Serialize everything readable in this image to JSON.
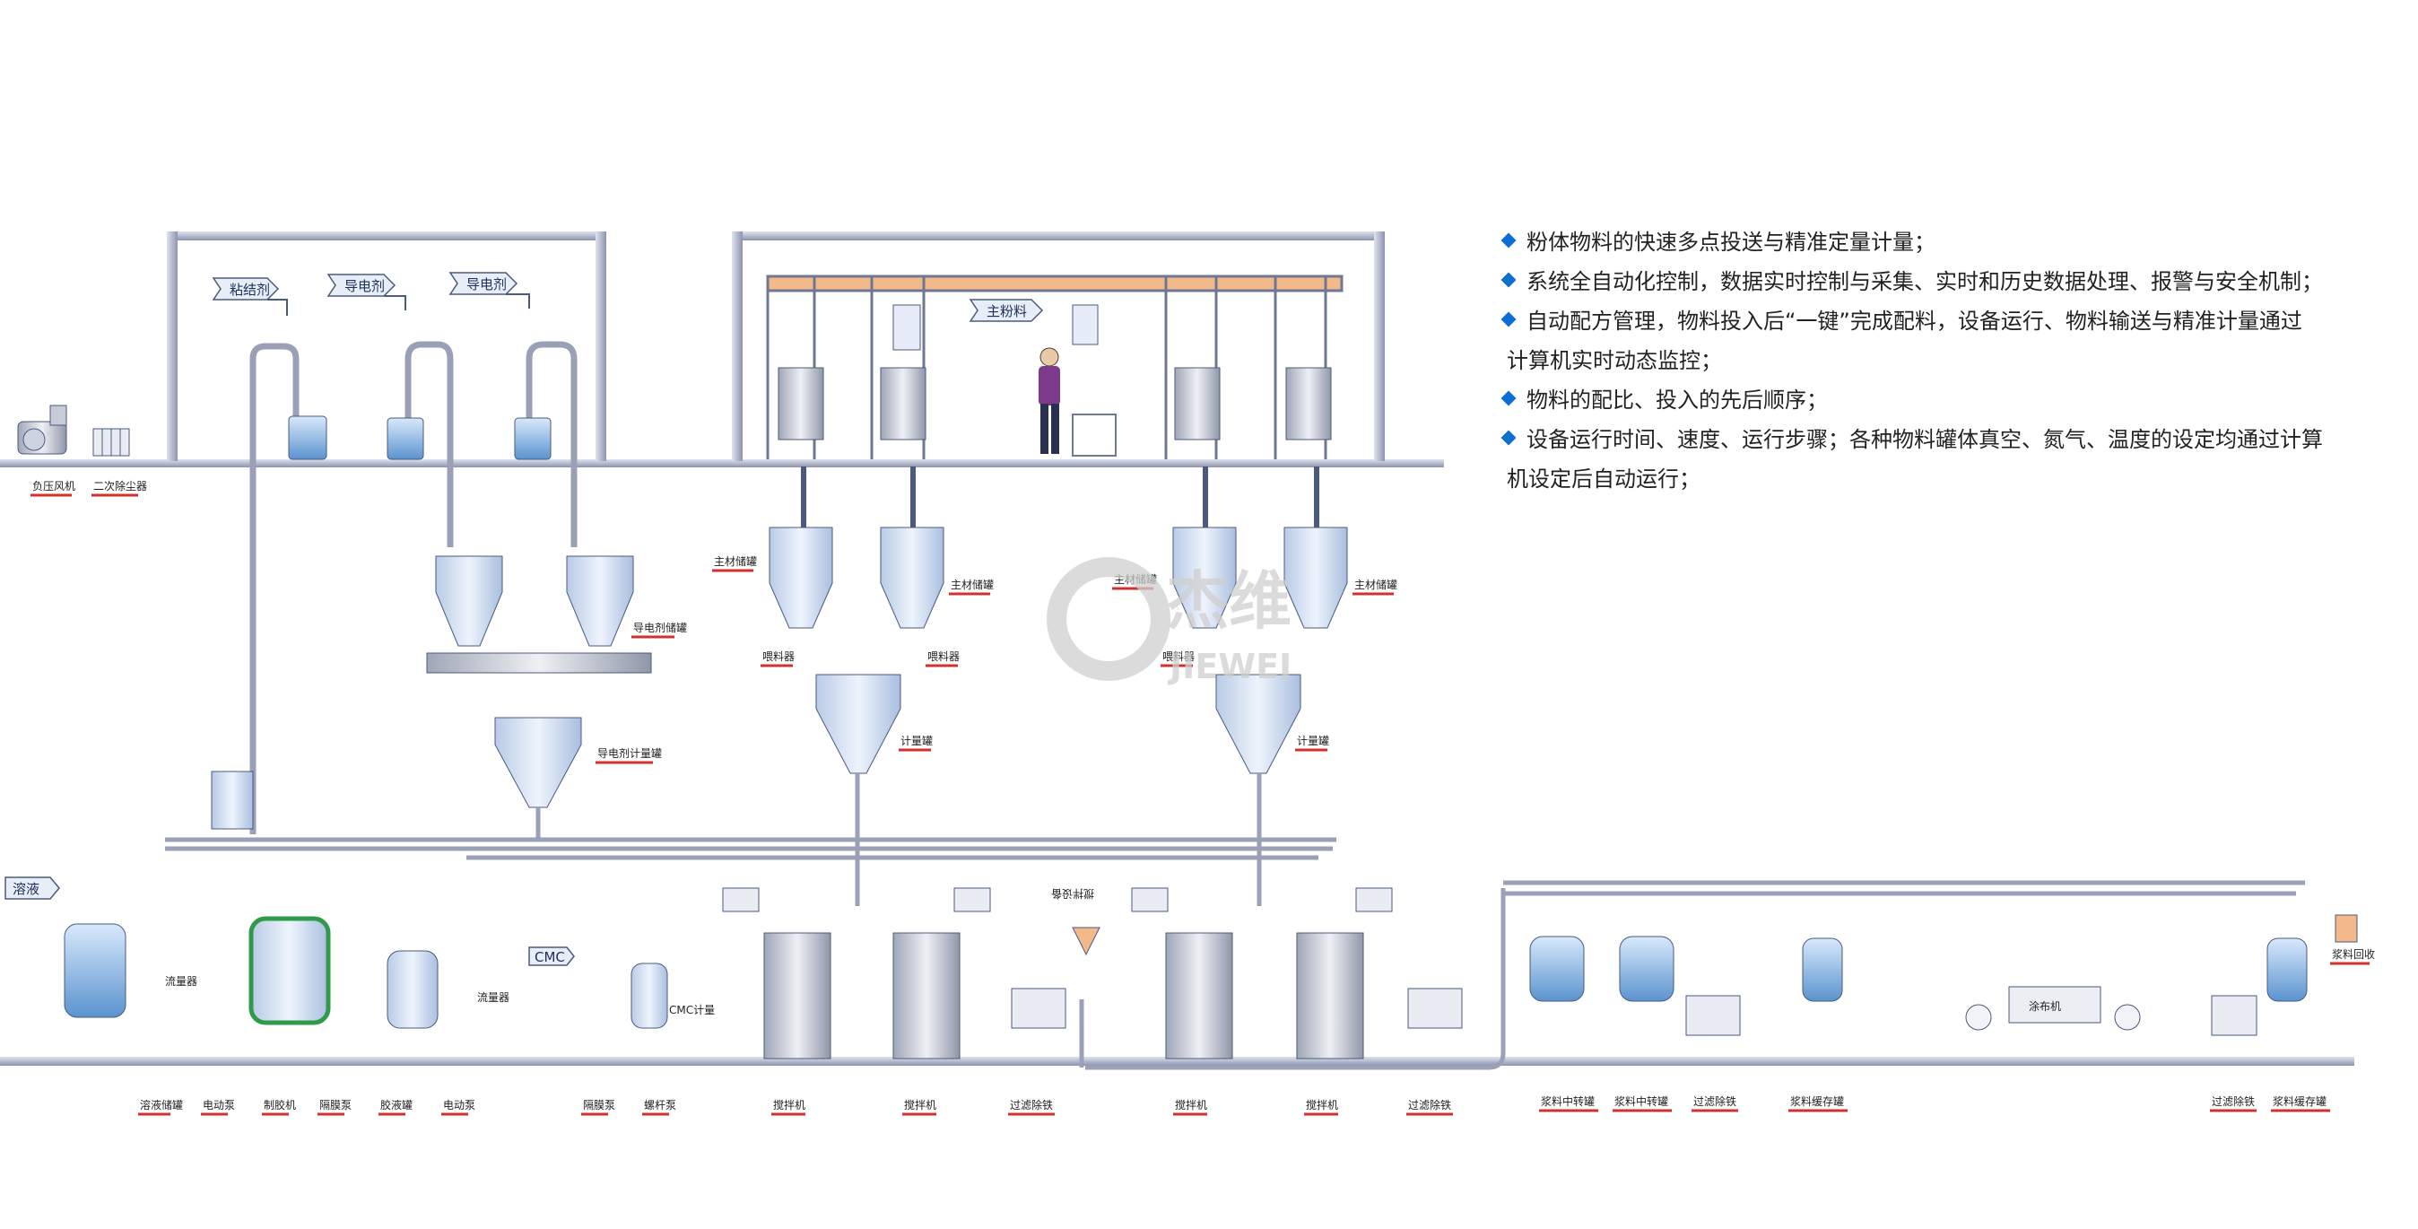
{
  "flags": {
    "binder": "粘结剂",
    "conductive_a": "导电剂",
    "conductive_b": "导电剂",
    "main_powder": "主粉料",
    "slurry": "溶液",
    "cmc": "CMC"
  },
  "labels": {
    "vacuum_fan": "负压风机",
    "secondary_dust": "二次除尘器",
    "conductive_tank": "导电剂储罐",
    "conductive_meter": "导电剂计量罐",
    "main_tank_1": "主材储罐",
    "main_tank_2": "主材储罐",
    "main_tank_3": "主材储罐",
    "main_tank_4": "主材储罐",
    "feeder_1": "喂料器",
    "feeder_2": "喂料器",
    "feeder_3": "喂料器",
    "meter_1": "计量罐",
    "meter_2": "计量罐",
    "flowmeter_1": "流量器",
    "flowmeter_2": "流量器",
    "cmc_meter": "CMC计量",
    "defoam": "搅拌设备",
    "b_solvent_tank": "溶液储罐",
    "b_pump1": "电动泵",
    "b_glue": "制胶机",
    "b_filter": "隔膜泵",
    "b_tank": "胶液罐",
    "b_pump2": "电动泵",
    "b_vac": "隔膜泵",
    "b_screw": "螺杆泵",
    "b_mixer1": "搅拌机",
    "b_mixer2": "搅拌机",
    "b_filter_iron1": "过滤除铁",
    "b_mixer3": "搅拌机",
    "b_mixer4": "搅拌机",
    "b_filter_iron2": "过滤除铁",
    "b_transfer1": "浆料中转罐",
    "b_transfer2": "浆料中转罐",
    "b_filter_iron3": "过滤除铁",
    "b_buffer1": "浆料缓存罐",
    "b_filter_iron4": "过滤除铁",
    "b_buffer2": "浆料缓存罐",
    "coater": "涂布机",
    "recycle": "浆料回收"
  },
  "logo": {
    "name": "杰维",
    "latin": "JIEWEI"
  },
  "bullets": [
    "粉体物料的快速多点投送与精准定量计量；",
    "系统全自动化控制，数据实时控制与采集、实时和历史数据处理、报警与安全机制；",
    "自动配方管理，物料投入后“一键”完成配料，设备运行、物料输送与精准计量通过",
    "计算机实时动态监控；",
    "物料的配比、投入的先后顺序；",
    "设备运行时间、速度、运行步骤；各种物料罐体真空、氮气、温度的设定均通过计算",
    "机设定后自动运行；"
  ],
  "colors": {
    "accent": "#0a6fd0",
    "pipe": "#9aa0b8",
    "frame": "#8c93ae",
    "tank": "#cfe0f4",
    "label_underline": "#d0312d"
  }
}
